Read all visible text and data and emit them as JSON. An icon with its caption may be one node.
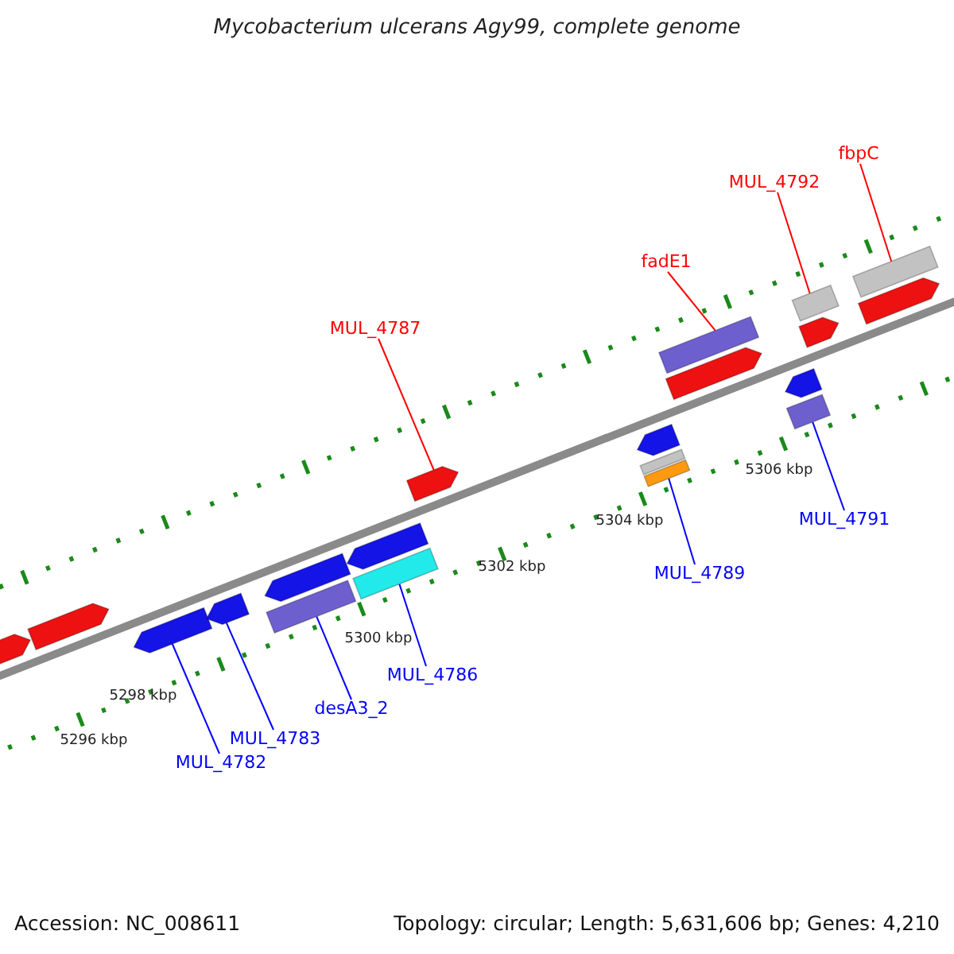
{
  "diagram": {
    "title": "Mycobacterium ulcerans Agy99, complete genome",
    "nodes": [
      {
        "text": [
          "fbpC"
        ]
      },
      {
        "text": [
          "MUL_4792"
        ]
      },
      {
        "text": [
          "fadE1"
        ]
      },
      {
        "text": [
          "MUL_4787"
        ]
      },
      {
        "text": [
          "MUL_4789"
        ]
      },
      {
        "text": [
          "MUL_4791"
        ]
      },
      {
        "text": [
          "MUL_4786"
        ]
      },
      {
        "text": [
          "desA3_2"
        ]
      },
      {
        "text": [
          "MUL_4783"
        ]
      },
      {
        "text": [
          "MUL_4782"
        ]
      },
      {
        "text": [],
        "shape": "pentagon"
      },
      {
        "text": [],
        "shape": "pentagon"
      },
      {
        "text": [],
        "shape": "pentagon"
      },
      {
        "text": [],
        "shape": "pentagon"
      },
      {
        "text": [],
        "shape": "bar"
      },
      {
        "text": [],
        "shape": "pentagon"
      },
      {
        "text": [],
        "shape": "pentagon"
      },
      {
        "text": [],
        "shape": "bar"
      },
      {
        "text": [],
        "shape": "pentagon"
      },
      {
        "text": [],
        "shape": "bar"
      },
      {
        "text": [],
        "shape": "bar"
      },
      {
        "text": [],
        "shape": "pentagon"
      },
      {
        "text": [],
        "shape": "pentagon"
      },
      {
        "text": [],
        "shape": "bar"
      },
      {
        "text": [],
        "shape": "bar"
      },
      {
        "text": [],
        "shape": "pentagon"
      },
      {
        "text": [],
        "shape": "pentagon"
      },
      {
        "text": [],
        "shape": "bar"
      },
      {
        "text": [],
        "shape": "pentagon"
      },
      {
        "text": [],
        "shape": "bar"
      }
    ],
    "edges": [
      {
        "from": 0,
        "to": 29,
        "arrow": "none",
        "color": "#ff0000"
      },
      {
        "from": 1,
        "to": 27,
        "arrow": "none",
        "color": "#ff0000"
      },
      {
        "from": 2,
        "to": 23,
        "arrow": "none",
        "color": "#ff0000"
      },
      {
        "from": 3,
        "to": 18,
        "arrow": "none",
        "color": "#ff0000"
      },
      {
        "from": 4,
        "to": 20,
        "arrow": "none"
      },
      {
        "from": 5,
        "to": 24,
        "arrow": "none"
      },
      {
        "from": 6,
        "to": 17,
        "arrow": "none"
      },
      {
        "from": 7,
        "to": 14,
        "arrow": "none"
      },
      {
        "from": 8,
        "to": 13,
        "arrow": "none"
      },
      {
        "from": 9,
        "to": 12,
        "arrow": "none"
      }
    ],
    "labels": [
      "5296 kbp",
      "5298 kbp",
      "5300 kbp",
      "5302 kbp",
      "5304 kbp",
      "5306 kbp",
      "Accession: NC_008611",
      "Topology: circular; Length: 5,631,606 bp; Genes: 4,210"
    ]
  }
}
